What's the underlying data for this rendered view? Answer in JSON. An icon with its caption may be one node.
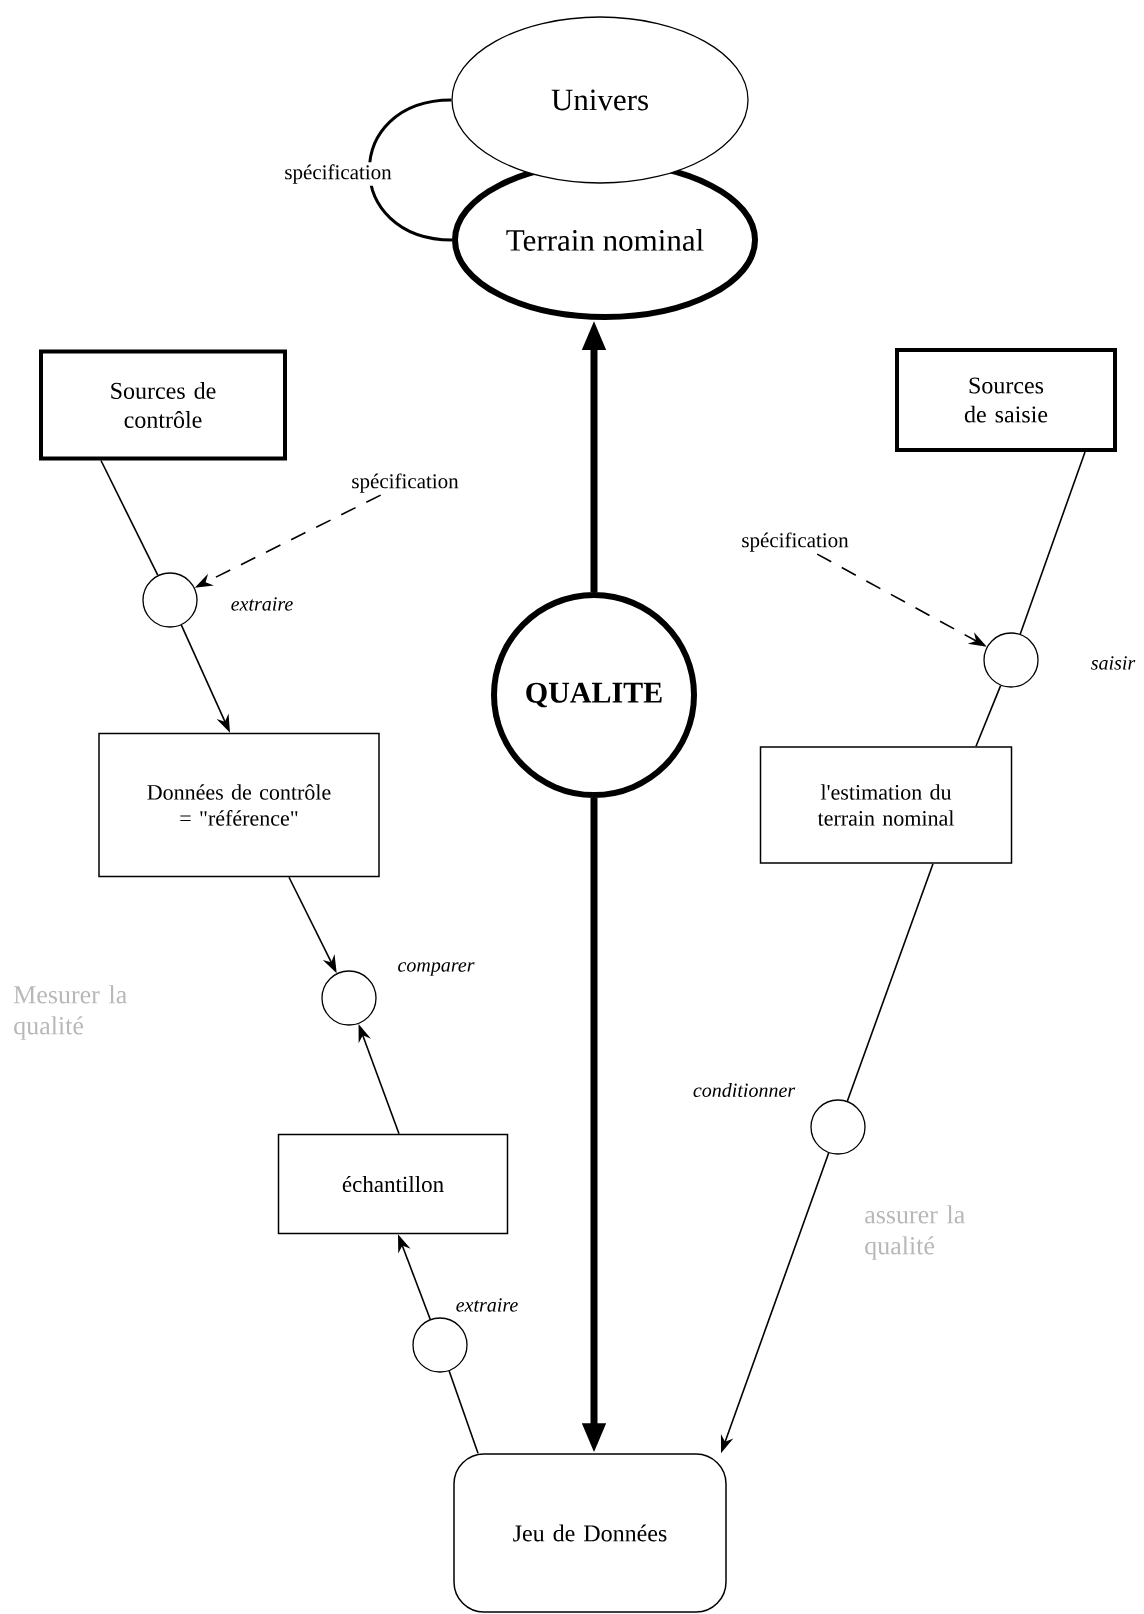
{
  "diagram": {
    "nodes": [
      {
        "text": [
          "Univers"
        ]
      },
      {
        "text": [
          "Terrain nominal"
        ]
      },
      {
        "text": [
          "Sources de contrôle"
        ]
      },
      {
        "text": [
          "Sources de saisie"
        ]
      },
      {
        "text": [
          "spécification"
        ]
      },
      {
        "text": [
          "spécification"
        ]
      },
      {
        "text": [],
        "shape": "circle",
        "beside": [
          "extraire"
        ]
      },
      {
        "text": [],
        "shape": "circle",
        "beside": [
          "saisir"
        ]
      },
      {
        "text": [
          "QUALITE"
        ]
      },
      {
        "text": [
          "Données de contrôle = \"référence\""
        ]
      },
      {
        "text": [
          "l'estimation du terrain nominal"
        ]
      },
      {
        "text": [],
        "shape": "circle",
        "beside": [
          "comparer"
        ]
      },
      {
        "text": [],
        "shape": "circle",
        "beside": [
          "conditionner"
        ]
      },
      {
        "text": [
          "échantillon"
        ]
      },
      {
        "text": [],
        "shape": "circle",
        "beside": [
          "extraire"
        ]
      },
      {
        "text": [
          "Jeu de Données"
        ]
      }
    ],
    "edges": [
      {
        "from": 8,
        "to": 1,
        "arrow": "to",
        "style": "thick"
      },
      {
        "from": 8,
        "to": 15,
        "arrow": "to",
        "style": "thick"
      },
      {
        "from": 0,
        "to": 1,
        "arrow": "none",
        "label": "spécification"
      },
      {
        "from": 2,
        "to": 6,
        "arrow": "none"
      },
      {
        "from": 6,
        "to": 9,
        "arrow": "to"
      },
      {
        "from": 4,
        "to": 6,
        "arrow": "to",
        "style": "dashed"
      },
      {
        "from": 3,
        "to": 7,
        "arrow": "none"
      },
      {
        "from": 7,
        "to": 10,
        "arrow": "none"
      },
      {
        "from": 5,
        "to": 7,
        "arrow": "to",
        "style": "dashed"
      },
      {
        "from": 9,
        "to": 11,
        "arrow": "to"
      },
      {
        "from": 13,
        "to": 11,
        "arrow": "to"
      },
      {
        "from": 15,
        "to": 14,
        "arrow": "none"
      },
      {
        "from": 14,
        "to": 13,
        "arrow": "to"
      },
      {
        "from": 10,
        "to": 12,
        "arrow": "none"
      },
      {
        "from": 12,
        "to": 15,
        "arrow": "to"
      }
    ],
    "labels": [
      "Mesurer la qualité",
      "assurer la qualité"
    ]
  }
}
